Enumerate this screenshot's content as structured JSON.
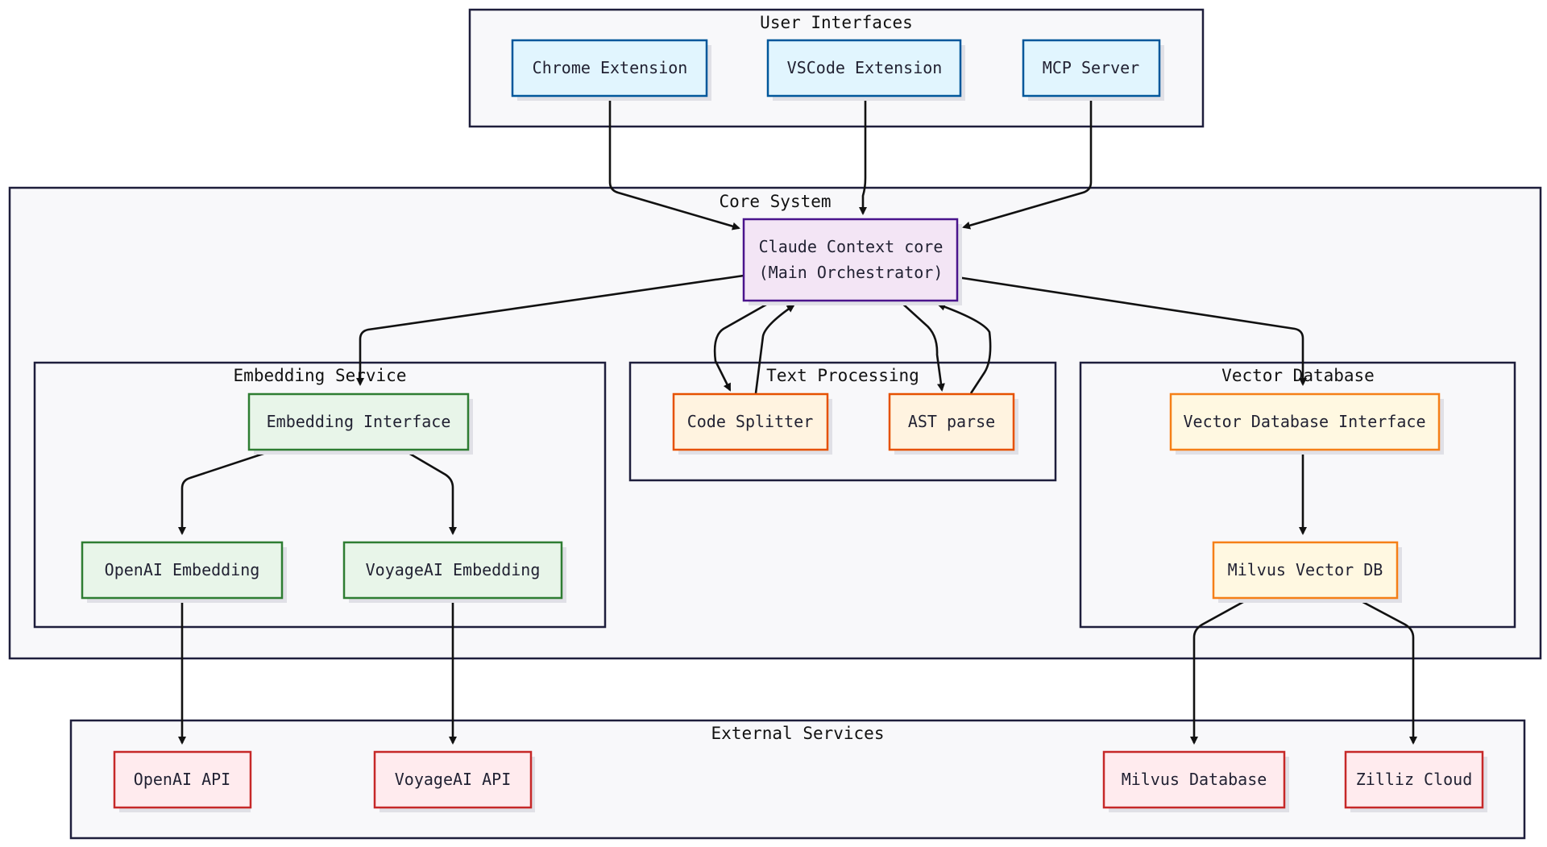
{
  "groups": {
    "user_interfaces": {
      "title": "User Interfaces"
    },
    "core_system": {
      "title": "Core System"
    },
    "embedding_service": {
      "title": "Embedding Service"
    },
    "text_processing": {
      "title": "Text Processing"
    },
    "vector_database": {
      "title": "Vector Database"
    },
    "external_services": {
      "title": "External Services"
    }
  },
  "nodes": {
    "chrome_extension": {
      "label": "Chrome Extension",
      "fill": "#e1f5fe",
      "stroke": "#01579b"
    },
    "vscode_extension": {
      "label": "VSCode Extension",
      "fill": "#e1f5fe",
      "stroke": "#01579b"
    },
    "mcp_server": {
      "label": "MCP Server",
      "fill": "#e1f5fe",
      "stroke": "#01579b"
    },
    "core": {
      "label_line1": "Claude Context core",
      "label_line2": "(Main Orchestrator)",
      "fill": "#f3e5f5",
      "stroke": "#4a148c"
    },
    "embedding_interface": {
      "label": "Embedding Interface",
      "fill": "#e8f5e9",
      "stroke": "#2e7d32"
    },
    "openai_embedding": {
      "label": "OpenAI Embedding",
      "fill": "#e8f5e9",
      "stroke": "#2e7d32"
    },
    "voyageai_embedding": {
      "label": "VoyageAI Embedding",
      "fill": "#e8f5e9",
      "stroke": "#2e7d32"
    },
    "code_splitter": {
      "label": "Code Splitter",
      "fill": "#fff3e0",
      "stroke": "#e65100"
    },
    "ast_parse": {
      "label": "AST parse",
      "fill": "#fff3e0",
      "stroke": "#e65100"
    },
    "vector_db_interface": {
      "label": "Vector Database Interface",
      "fill": "#fff8e1",
      "stroke": "#f57f17"
    },
    "milvus_vector_db": {
      "label": "Milvus Vector DB",
      "fill": "#fff8e1",
      "stroke": "#f57f17"
    },
    "openai_api": {
      "label": "OpenAI API",
      "fill": "#ffebee",
      "stroke": "#c62828"
    },
    "voyageai_api": {
      "label": "VoyageAI API",
      "fill": "#ffebee",
      "stroke": "#c62828"
    },
    "milvus_database": {
      "label": "Milvus Database",
      "fill": "#ffebee",
      "stroke": "#c62828"
    },
    "zilliz_cloud": {
      "label": "Zilliz Cloud",
      "fill": "#ffebee",
      "stroke": "#c62828"
    }
  },
  "edges": [
    {
      "from": "chrome_extension",
      "to": "core"
    },
    {
      "from": "vscode_extension",
      "to": "core"
    },
    {
      "from": "mcp_server",
      "to": "core"
    },
    {
      "from": "core",
      "to": "embedding_interface"
    },
    {
      "from": "core",
      "to": "code_splitter"
    },
    {
      "from": "code_splitter",
      "to": "core"
    },
    {
      "from": "core",
      "to": "ast_parse"
    },
    {
      "from": "ast_parse",
      "to": "core"
    },
    {
      "from": "core",
      "to": "vector_db_interface"
    },
    {
      "from": "embedding_interface",
      "to": "openai_embedding"
    },
    {
      "from": "embedding_interface",
      "to": "voyageai_embedding"
    },
    {
      "from": "vector_db_interface",
      "to": "milvus_vector_db"
    },
    {
      "from": "openai_embedding",
      "to": "openai_api"
    },
    {
      "from": "voyageai_embedding",
      "to": "voyageai_api"
    },
    {
      "from": "milvus_vector_db",
      "to": "milvus_database"
    },
    {
      "from": "milvus_vector_db",
      "to": "zilliz_cloud"
    }
  ]
}
